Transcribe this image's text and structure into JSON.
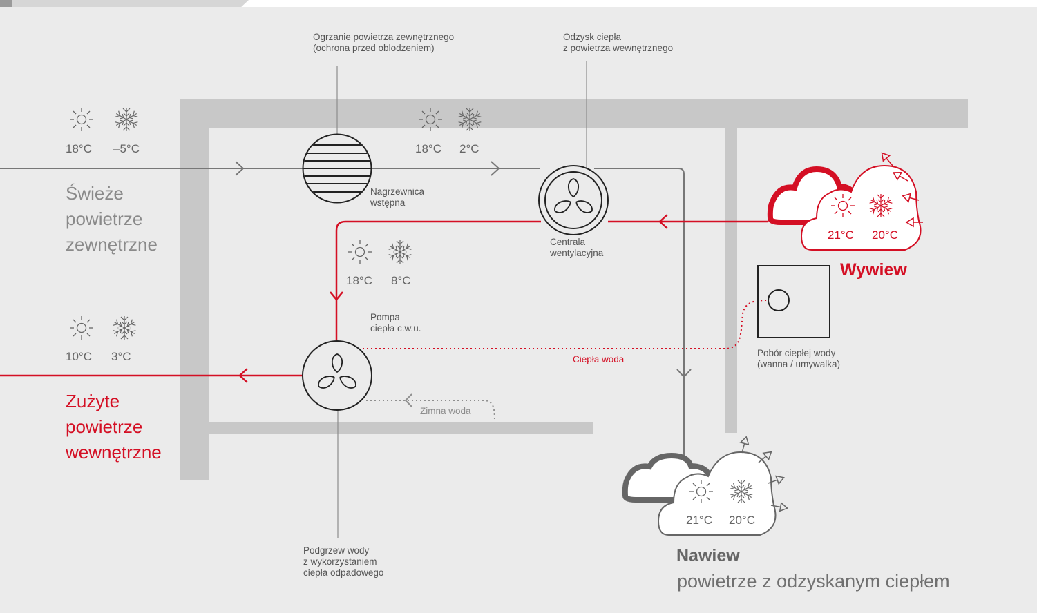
{
  "labels": {
    "ogrzanie": "Ogrzanie powietrza zewnętrznego\n(ochrona przed oblodzeniem)",
    "odzysk": "Odzysk ciepła\nz powietrza wewnętrznego",
    "nagrzewnica": "Nagrzewnica\nwstępna",
    "centrala": "Centrala\nwentylacyjna",
    "pompa": "Pompa\nciepła c.w.u.",
    "ciepla_woda": "Ciepła woda",
    "zimna_woda": "Zimna woda",
    "pobor": "Pobór ciepłej wody\n(wanna / umywalka)",
    "podgrzew": "Podgrzew wody\nz wykorzystaniem\nciepła odpadowego",
    "swieze": "Świeże\npowietrze\nzewnętrzne",
    "zuzyte": "Zużyte\npowietrze\nwewnętrzne",
    "wywiew": "Wywiew",
    "nawiew": "Nawiew",
    "nawiew_sub": "powietrze z odzyskanym ciepłem"
  },
  "temperatures": {
    "outdoor": {
      "summer": "18°C",
      "winter": "–5°C"
    },
    "after_preheater": {
      "summer": "18°C",
      "winter": "2°C"
    },
    "after_recovery": {
      "summer": "18°C",
      "winter": "8°C"
    },
    "exhaust": {
      "summer": "10°C",
      "winter": "3°C"
    },
    "extract": {
      "summer": "21°C",
      "winter": "20°C"
    },
    "supply": {
      "summer": "21°C",
      "winter": "20°C"
    }
  },
  "icons": {
    "summer": "sun-icon",
    "winter": "snowflake-icon",
    "preheater": "heater-coil-icon",
    "ventilation_unit": "fan-icon",
    "heat_pump": "fan-icon",
    "tap": "water-outlet-icon",
    "extract_cloud": "cloud-icon",
    "supply_cloud": "cloud-icon"
  },
  "colors": {
    "accent_red": "#d40f24",
    "line_gray": "#777777",
    "duct_gray": "#c8c8c8",
    "background": "#ebebeb"
  }
}
